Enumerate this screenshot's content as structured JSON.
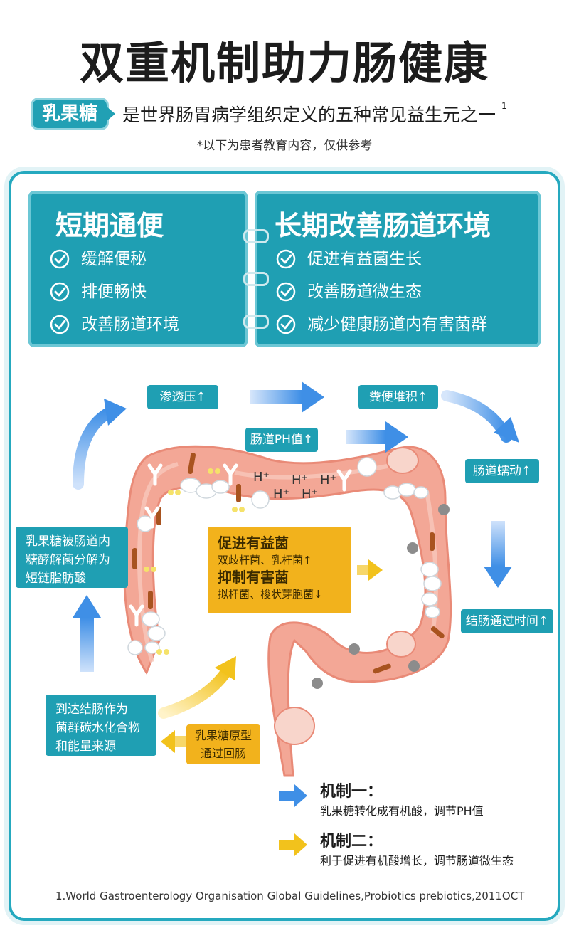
{
  "title": "双重机制助力肠健康",
  "subtitle": {
    "tag": "乳果糖",
    "text": "是世界肠胃病学组织定义的五种常见益生元之一",
    "superscript": "1"
  },
  "note": "*以下为患者教育内容，仅供参考",
  "colors": {
    "teal": "#1f9fb3",
    "yellow": "#f2b21c",
    "blue_arrow": "#3f8fe6",
    "intestine": "#f3a796"
  },
  "panels": {
    "short_term": {
      "title": "短期通便",
      "items": [
        "缓解便秘",
        "排便畅快",
        "改善肠道环境"
      ]
    },
    "long_term": {
      "title": "长期改善肠道环境",
      "items": [
        "促进有益菌生长",
        "改善肠道微生态",
        "减少健康肠道内有害菌群"
      ]
    }
  },
  "labels": {
    "osmotic": "渗透压↑",
    "stool": "粪便堆积↑",
    "ph": "肠道PH值↑",
    "peristalsis": "肠道蠕动↑",
    "transit": "结肠通过时间↑",
    "decompose": [
      "乳果糖被肠道内",
      "糖酵解菌分解为",
      "短链脂肪酸"
    ],
    "reach_colon": [
      "到达结肠作为",
      "菌群碳水化合物",
      "和能量来源"
    ],
    "ileum": [
      "乳果糖原型",
      "通过回肠"
    ]
  },
  "center": {
    "promote_title": "促进有益菌",
    "promote_text": "双歧杆菌、乳杆菌↑",
    "inhibit_title": "抑制有害菌",
    "inhibit_text": "拟杆菌、梭状芽胞菌↓"
  },
  "h_ion": "H⁺",
  "legend": {
    "mech1_title": "机制一：",
    "mech1_text": "乳果糖转化成有机酸，调节PH值",
    "mech2_title": "机制二：",
    "mech2_text": "利于促进有机酸增长，调节肠道微生态"
  },
  "footnote": "1.World Gastroenterology Organisation Global Guidelines,Probiotics prebiotics,2011OCT"
}
